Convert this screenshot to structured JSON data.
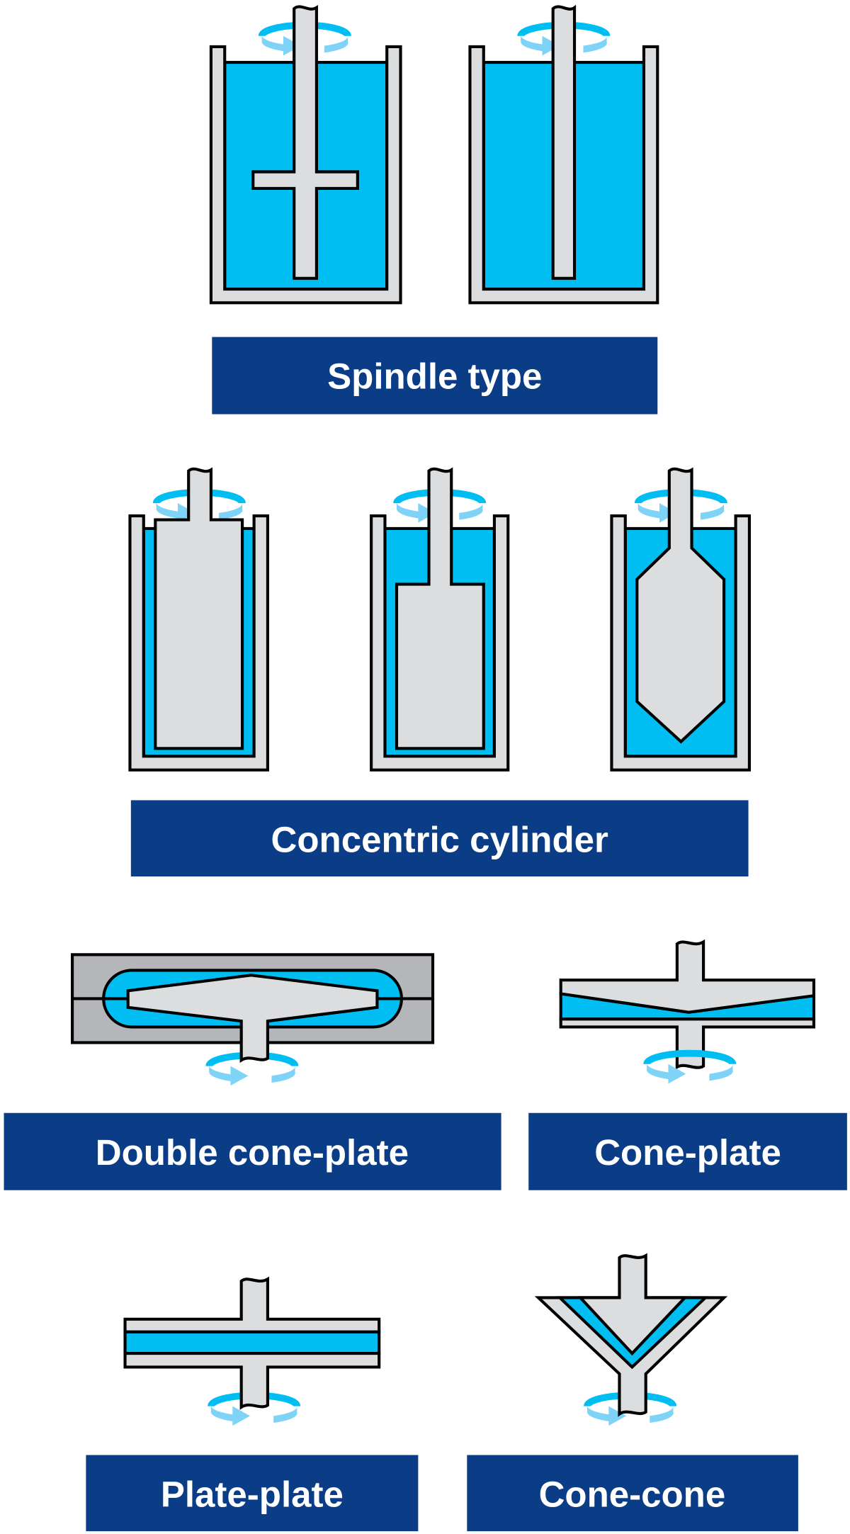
{
  "colors": {
    "fluid": "#00BDF2",
    "metal": "#DCDDDF",
    "housing": "#B5B6B9",
    "label_bg": "#0B3D87",
    "arrow_light": "#7FD3F7"
  },
  "labels": {
    "spindle": "Spindle type",
    "concentric": "Concentric cylinder",
    "double_cone_plate": "Double cone-plate",
    "cone_plate": "Cone-plate",
    "plate_plate": "Plate-plate",
    "cone_cone": "Cone-cone"
  }
}
